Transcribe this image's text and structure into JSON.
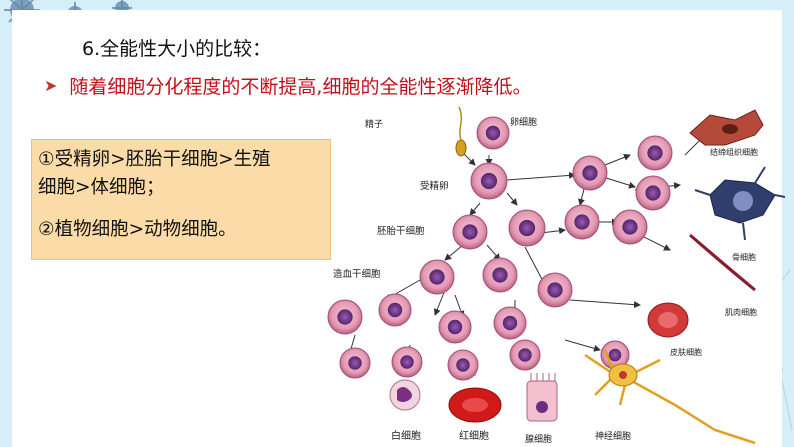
{
  "slide": {
    "title": "6.全能性大小的比较：",
    "bullet_text": "随着细胞分化程度的不断提高,细胞的全能性逐渐降低。",
    "bullet_icon": "arrow-bullet-icon",
    "note_lines": [
      "①受精卵>胚胎干细胞>生殖",
      "细胞>体细胞；",
      "②植物细胞>动物细胞。"
    ]
  },
  "diagram": {
    "labels": {
      "sperm": "精子",
      "egg": "卵细胞",
      "zygote": "受精卵",
      "embryonic_stem": "胚胎干细胞",
      "hematopoietic_stem": "造血干细胞",
      "connective": "结缔组织细胞",
      "bone": "骨细胞",
      "muscle": "肌肉细胞",
      "skin": "皮肤细胞",
      "white_blood": "白细胞",
      "red_blood": "红细胞",
      "glandular": "腺细胞",
      "nerve": "神经细胞"
    }
  },
  "colors": {
    "background": "#d6eef8",
    "bullet_red": "#c0101a",
    "note_bg": "#fbdca8",
    "cell_pink": "#e59ab5",
    "nucleus_purple": "#6a2d86"
  }
}
